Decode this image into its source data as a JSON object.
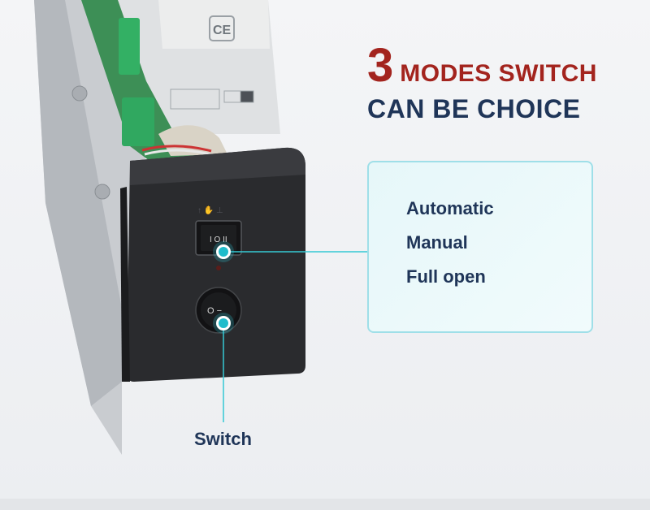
{
  "headline": {
    "number": "3",
    "line1": "MODES SWITCH",
    "line2": "CAN BE CHOICE"
  },
  "modes": [
    "Automatic",
    "Manual",
    "Full open"
  ],
  "switch_label": "Switch",
  "colors": {
    "accent_red": "#a3241e",
    "navy": "#1f3558",
    "cyan": "#2fc9d6",
    "panel": "#2a2b2e"
  }
}
